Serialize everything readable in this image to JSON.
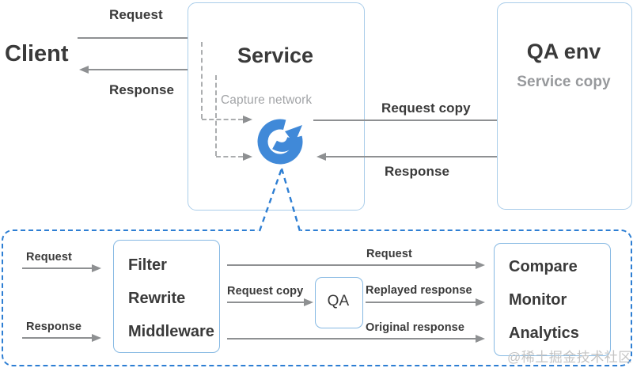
{
  "top": {
    "client_label": "Client",
    "request_label": "Request",
    "response_label": "Response",
    "service_box": {
      "title": "Service",
      "capture_label": "Capture network"
    },
    "qa_env_box": {
      "title": "QA env",
      "subtitle": "Service copy"
    },
    "request_copy_label": "Request copy",
    "response_right_label": "Response"
  },
  "logo": {
    "name": "goreplay-logo",
    "color": "#4089d8"
  },
  "bottom": {
    "request_label": "Request",
    "response_label": "Response",
    "filter_box": {
      "items": [
        "Filter",
        "Rewrite",
        "Middleware"
      ]
    },
    "request_top_label": "Request",
    "request_copy_label": "Request copy",
    "qa_box_label": "QA",
    "replayed_response_label": "Replayed response",
    "original_response_label": "Original response",
    "compare_box": {
      "items": [
        "Compare",
        "Monitor",
        "Analytics"
      ]
    }
  },
  "watermark": "@稀土掘金技术社区",
  "colors": {
    "arrow_gray": "#8e9092",
    "dashed_gray": "#abadaf",
    "big_box_border": "#aacdea",
    "small_box_border": "#86b9e3",
    "dashed_blue": "#2d7ed3",
    "logo_blue": "#4089d8",
    "text_dark": "#3a3a3a",
    "text_gray": "#a2a4a7"
  }
}
